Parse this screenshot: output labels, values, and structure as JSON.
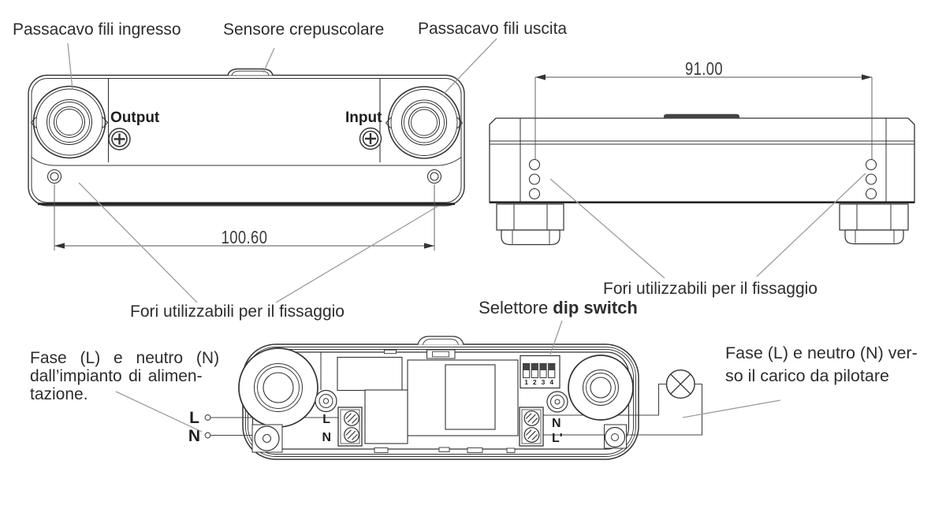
{
  "front": {
    "cable_in_label": "Passacavo fili ingresso",
    "sensor_label": "Sensore crepuscolare",
    "cable_out_label": "Passacavo fili uscita",
    "output_label": "Output",
    "input_label": "Input",
    "width_dim": "100.60",
    "holes_label": "Fori utilizzabili per il fissaggio"
  },
  "side": {
    "width_dim": "91.00",
    "holes_label": "Fori utilizzabili per il fissaggio"
  },
  "internal": {
    "dip_label_prefix": "Selettore ",
    "dip_label_bold": "dip switch",
    "dip_numbers": [
      "1",
      "2",
      "3",
      "4"
    ],
    "supply_lines": [
      "Fase (L) e neutro (N)",
      "dall’impianto di alimen-",
      "tazione."
    ],
    "load_lines": [
      "Fase (L) e neutro (N) ver-",
      "so il carico da pilotare"
    ],
    "live_label": "L",
    "neutral_label": "N",
    "terminal_left_top": "L",
    "terminal_left_bottom": "N",
    "terminal_right_top": "N",
    "terminal_right_bottom": "L'"
  },
  "colors": {
    "line": "#333333",
    "leader": "#9c9c9c",
    "text": "#2d2d2d"
  }
}
